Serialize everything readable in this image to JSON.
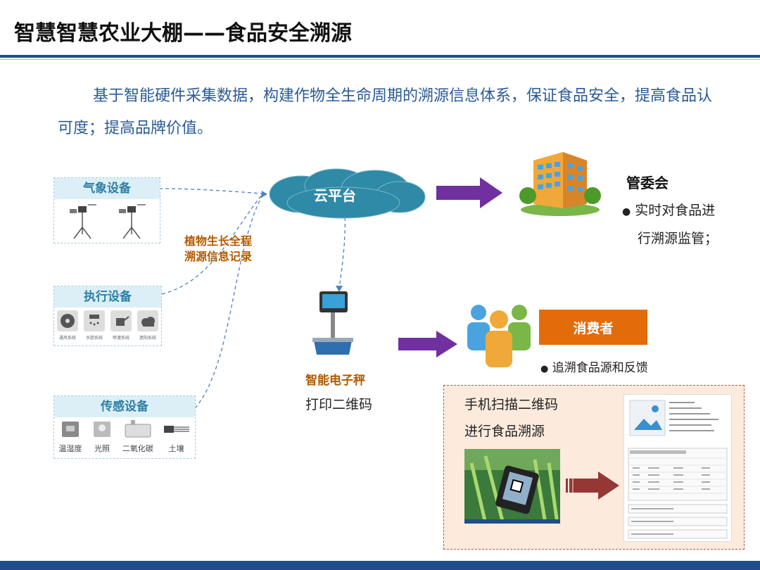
{
  "title": "智慧智慧农业大棚——食品安全溯源",
  "intro": "基于智能硬件采集数据，构建作物全生命周期的溯源信息体系，保证食品安全，提高食品认可度；提高品牌价值。",
  "devices": {
    "weather": {
      "label": "气象设备"
    },
    "actuator": {
      "label": "执行设备",
      "items": [
        "通风系统",
        "水肥系统",
        "喷灌系统",
        "遮阳系统"
      ]
    },
    "sensor": {
      "label": "传感设备",
      "items": [
        "温湿度",
        "光照",
        "二氧化碳",
        "土壤"
      ]
    }
  },
  "annotation": {
    "line1": "植物生长全程",
    "line2": "溯源信息记录"
  },
  "cloud": {
    "label": "云平台"
  },
  "committee": {
    "title": "管委会",
    "bullet_line1": "实时对食品进",
    "bullet_line2": "行溯源监管；"
  },
  "scale": {
    "label": "智能电子秤",
    "sub": "打印二维码"
  },
  "consumer": {
    "label": "消费者",
    "bullet": "追溯食品源和反馈"
  },
  "trace": {
    "line1": "手机扫描二维码",
    "line2": "进行食品溯源"
  },
  "colors": {
    "title_rule": "#1f4e8c",
    "accent_blue": "#2b5a97",
    "cloud": "#2e8aa6",
    "arrow_purple": "#7030a0",
    "consumer_orange": "#e36c0a",
    "trace_arrow": "#953735"
  }
}
